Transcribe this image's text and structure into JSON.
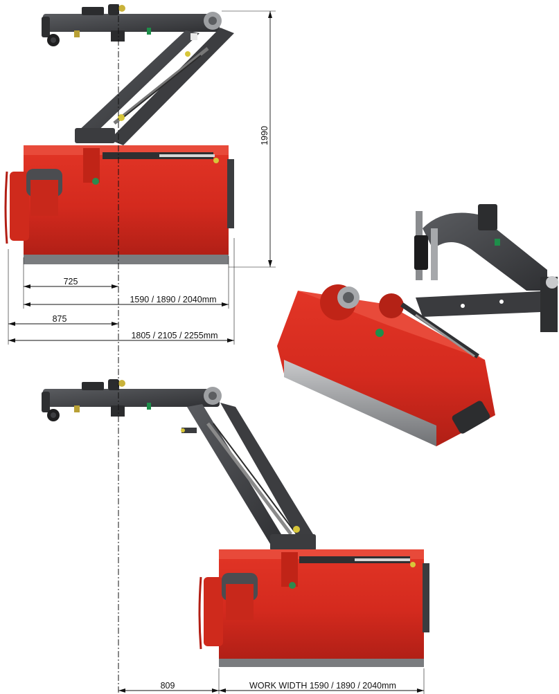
{
  "dimensions": {
    "height": "1990",
    "inner_offset": "725",
    "work_width_top": "1590 / 1890 / 2040mm",
    "outer_offset": "875",
    "overall_width": "1805 / 2105 / 2255mm",
    "side_offset": "809",
    "work_width_bottom": "WORK WIDTH 1590 / 1890 / 2040mm"
  },
  "colors": {
    "mower_red": "#d42a1e",
    "mower_red_dark": "#a81c14",
    "mower_red_light": "#e84a3a",
    "frame_dark": "#3a3a3c",
    "frame_mid": "#55575a",
    "roller_grey": "#8a8c8f"
  }
}
